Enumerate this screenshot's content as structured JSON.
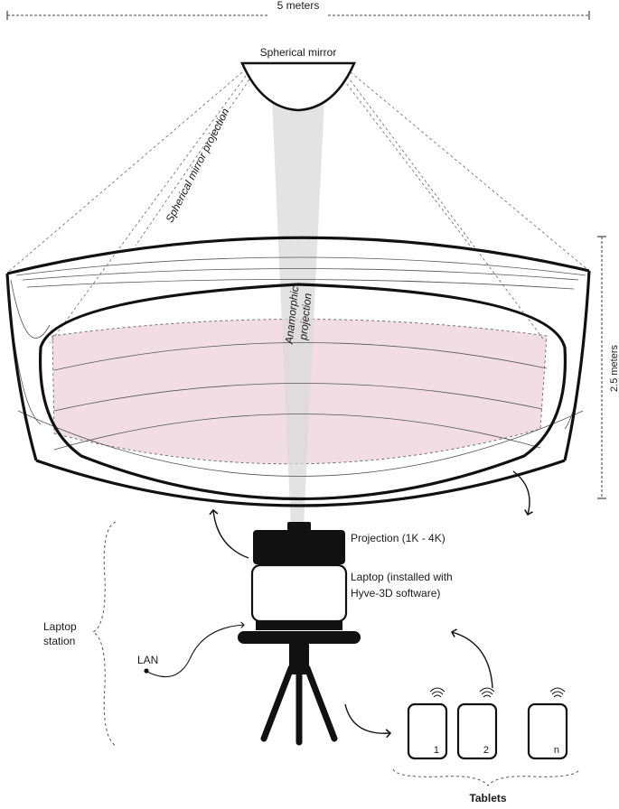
{
  "dimensions": {
    "width": "5 meters",
    "height": "2.5 meters"
  },
  "labels": {
    "spherical_mirror": "Spherical mirror",
    "spherical_mirror_projection": "Spherical mirror projection",
    "anamorphic_line1": "Anamorphic",
    "anamorphic_line2": "projection",
    "projection": "Projection (1K - 4K)",
    "laptop_line1": "Laptop (installed with",
    "laptop_line2": "Hyve-3D software)",
    "laptop_station_line1": "Laptop",
    "laptop_station_line2": "station",
    "lan": "LAN",
    "tablets": "Tablets"
  },
  "tablets": [
    "1",
    "2",
    "n"
  ],
  "colors": {
    "screen_fill": "#f3dde5",
    "beam_fill": "#d9d9d9",
    "ink": "#111111"
  }
}
